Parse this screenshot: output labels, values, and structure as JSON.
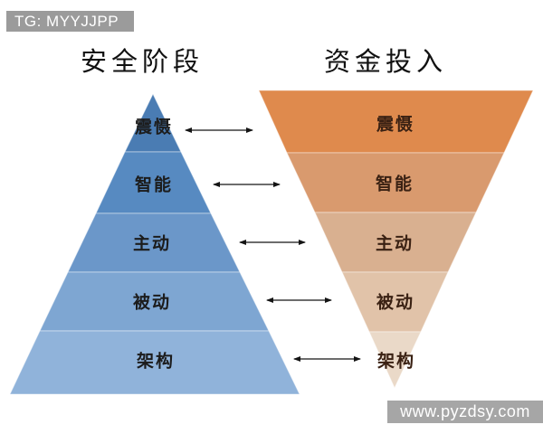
{
  "badge": {
    "text": "TG: MYYJJPP",
    "bg_color": "#9b9b9b",
    "text_color": "#ffffff"
  },
  "watermark": {
    "text": "www.pyzdsy.com",
    "bg_color": "#a6a6a6",
    "text_color": "#ffffff"
  },
  "left_pyramid": {
    "title": "安全阶段",
    "shape": "pyramid-up",
    "label_color": "#1c1c1c",
    "levels": [
      {
        "label": "震慑",
        "color": "#4a7cb3"
      },
      {
        "label": "智能",
        "color": "#578ac1"
      },
      {
        "label": "主动",
        "color": "#6b97c9"
      },
      {
        "label": "被动",
        "color": "#7ea6d2"
      },
      {
        "label": "架构",
        "color": "#90b3da"
      }
    ]
  },
  "right_funnel": {
    "title": "资金投入",
    "shape": "pyramid-down",
    "label_color": "#3a2113",
    "levels": [
      {
        "label": "震慑",
        "color": "#df8a4d"
      },
      {
        "label": "智能",
        "color": "#d99a6e"
      },
      {
        "label": "主动",
        "color": "#d9b090"
      },
      {
        "label": "被动",
        "color": "#e1c3a9"
      },
      {
        "label": "架构",
        "color": "#ead9c8"
      }
    ]
  },
  "arrows": {
    "style": "double-headed",
    "count": 5,
    "color": "#141414"
  }
}
